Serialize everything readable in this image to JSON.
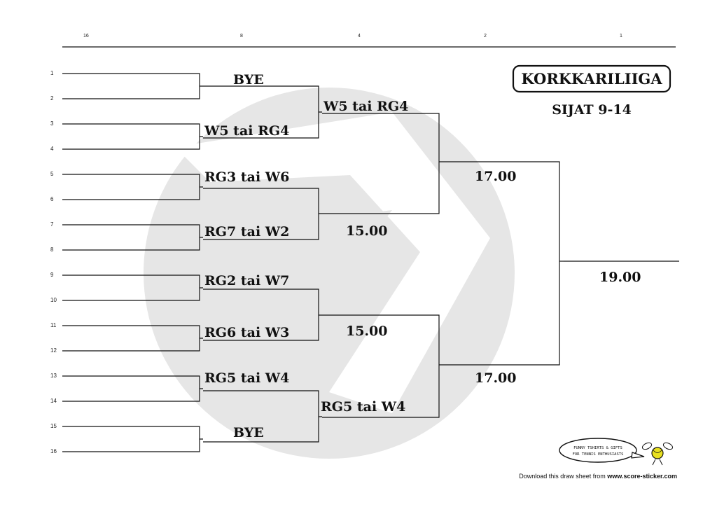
{
  "rounds": [
    "16",
    "8",
    "4",
    "2",
    "1"
  ],
  "seeds": [
    "1",
    "2",
    "3",
    "4",
    "5",
    "6",
    "7",
    "8",
    "9",
    "10",
    "11",
    "12",
    "13",
    "14",
    "15",
    "16"
  ],
  "round8": [
    "BYE",
    "W5 tai RG4",
    "RG3 tai W6",
    "RG7 tai W2",
    "RG2 tai W7",
    "RG6 tai W3",
    "RG5 tai W4",
    "BYE"
  ],
  "round4": [
    "W5 tai RG4",
    "15.00",
    "15.00",
    "RG5 tai W4"
  ],
  "round2": [
    "17.00",
    "17.00"
  ],
  "final": "19.00",
  "title": "KORKKARILIIGA",
  "subtitle": "SIJAT 9-14",
  "footer": {
    "prefix": "Download this draw sheet from ",
    "site": "www.score-sticker.com"
  },
  "ad": {
    "line1": "FUNNY TSHIRTS & GIFTS",
    "line2": "FOR TENNIS ENTHUSIASTS"
  },
  "colors": {
    "watermark": "#e6e6e6",
    "ink": "#111111",
    "ball": "#e8e020"
  }
}
